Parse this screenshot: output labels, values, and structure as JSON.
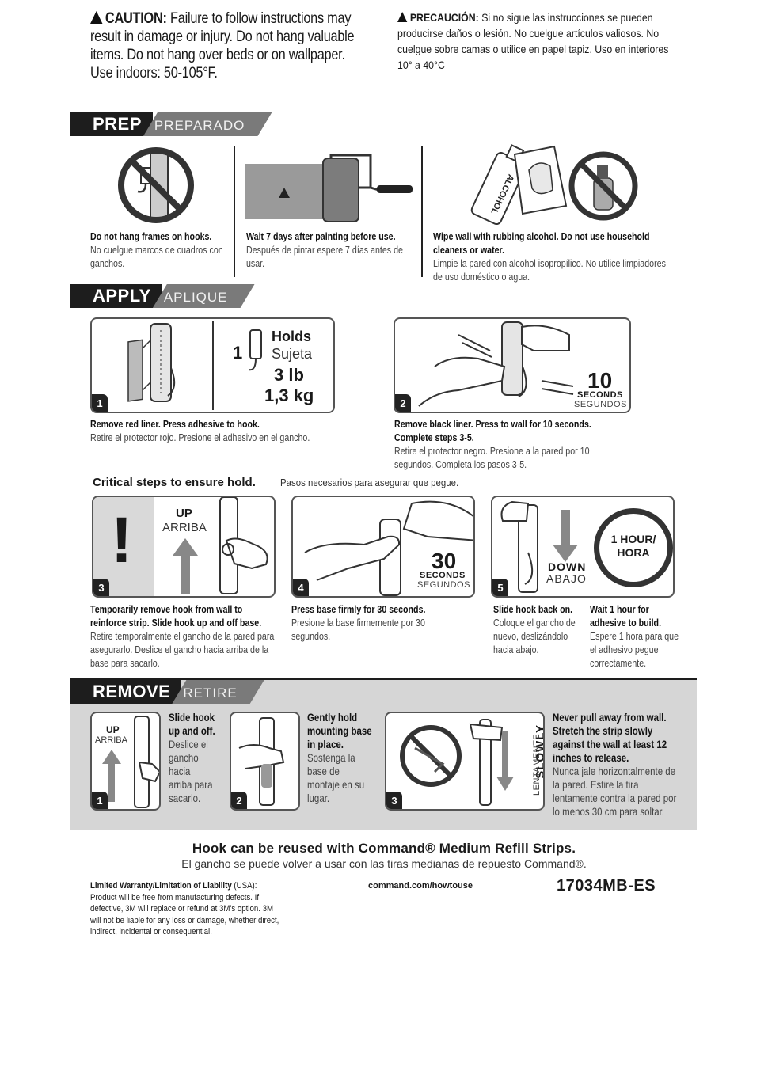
{
  "caution": {
    "en_label": "CAUTION:",
    "en_text": "Failure to follow instructions may result in damage or injury. Do not hang valuable items. Do not hang over beds or on wallpaper. Use indoors: 50-105°F.",
    "es_label": "PRECAUCIÓN:",
    "es_text": "Si no sigue las instrucciones se pueden producirse daños o lesión. No cuelgue artículos valiosos. No cuelgue sobre camas o utilice en papel tapiz. Uso en interiores 10° a 40°C"
  },
  "prep": {
    "title": "PREP",
    "title_es": "PREPARADO",
    "items": [
      {
        "en": "Do not hang frames on hooks.",
        "es": "No cuelgue marcos de cuadros con ganchos."
      },
      {
        "en": "Wait 7 days after painting before use.",
        "es": "Después de pintar espere 7 días antes de usar."
      },
      {
        "en": "Wipe wall with rubbing alcohol. Do not use household cleaners or water.",
        "es": "Limpie la pared con alcohol isopropílico. No utilice limpiadores de uso doméstico o agua."
      }
    ],
    "alcohol_label": "ALCOHOL"
  },
  "apply": {
    "title": "APPLY",
    "title_es": "APLIQUE",
    "holds": {
      "count": "1",
      "en": "Holds",
      "es": "Sujeta",
      "lb": "3 lb",
      "kg": "1,3 kg"
    },
    "step1": {
      "num": "1",
      "en": "Remove red liner. Press adhesive to hook.",
      "es": "Retire el protector rojo. Presione el adhesivo en el gancho."
    },
    "step2": {
      "num": "2",
      "seconds": "10",
      "seconds_en": "SECONDS",
      "seconds_es": "SEGUNDOS",
      "en": "Remove black liner. Press to wall for 10 seconds. Complete steps 3-5.",
      "es": "Retire el protector negro. Presione a la pared por 10 segundos. Completa los pasos 3-5."
    },
    "critical_en": "Critical steps to ensure hold.",
    "critical_es": "Pasos necesarios para asegurar que pegue.",
    "step3": {
      "num": "3",
      "up_en": "UP",
      "up_es": "ARRIBA",
      "en": "Temporarily remove hook from wall to reinforce strip. Slide hook up and off base.",
      "es": "Retire temporalmente el gancho de la pared para asegurarlo. Deslice el gancho hacia arriba de la base para sacarlo."
    },
    "step4": {
      "num": "4",
      "seconds": "30",
      "seconds_en": "SECONDS",
      "seconds_es": "SEGUNDOS",
      "en": "Press base firmly for 30 seconds.",
      "es": "Presione la base firmemente por 30 segundos."
    },
    "step5": {
      "num": "5",
      "down_en": "DOWN",
      "down_es": "ABAJO",
      "clock_en": "1 HOUR/",
      "clock_es": "HORA",
      "en": "Slide hook back on.",
      "es": "Coloque el gancho de nuevo, deslizándolo hacia abajo.",
      "wait_en": "Wait 1 hour for adhesive to build.",
      "wait_es": "Espere 1 hora para que el adhesivo pegue correctamente."
    }
  },
  "remove": {
    "title": "REMOVE",
    "title_es": "RETIRE",
    "step1": {
      "num": "1",
      "up_en": "UP",
      "up_es": "ARRIBA",
      "en": "Slide hook up and off.",
      "es": "Deslice el gancho hacia arriba para sacarlo."
    },
    "step2": {
      "num": "2",
      "en": "Gently hold mounting base in place.",
      "es": "Sostenga la base de montaje en su lugar."
    },
    "step3": {
      "num": "3",
      "slowly_en": "SLOWLY",
      "slowly_es": "LENTAMENTE",
      "en": "Never pull away from wall. Stretch the strip slowly against the wall at least 12 inches to release.",
      "es": "Nunca jale horizontalmente de la pared. Estire la tira lentamente contra la pared por lo menos 30 cm para soltar."
    }
  },
  "footer": {
    "reuse_en": "Hook can be reused with Command® Medium Refill Strips.",
    "reuse_es": "El gancho se puede volver a usar con las tiras medianas de repuesto Command®.",
    "warranty_title": "Limited Warranty/Limitation of Liability",
    "warranty_region": "(USA):",
    "warranty_text": "Product will be free from manufacturing defects. If defective, 3M will replace or refund at 3M's option. 3M will not be liable for any loss or damage, whether direct, indirect, incidental or consequential.",
    "url": "command.com/howtouse",
    "sku": "17034MB-ES"
  }
}
